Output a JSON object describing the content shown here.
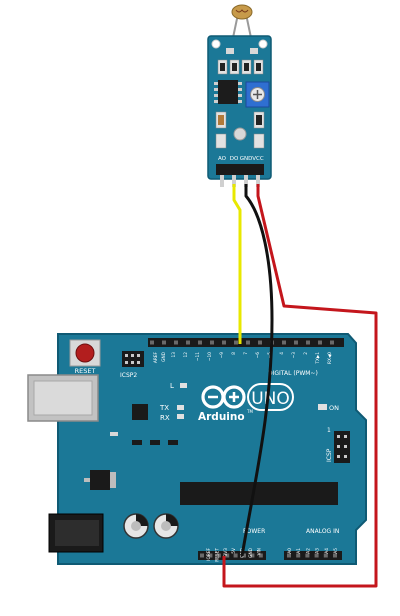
{
  "sensor_module": {
    "pin_labels": [
      "AO",
      "DO",
      "GND",
      "VCC"
    ]
  },
  "arduino": {
    "reset_label": "RESET",
    "icsp2_label": "ICSP2",
    "icsp_label": "ICSP",
    "aref_label": "AREF",
    "gnd_label": "GND",
    "digital_numbers": [
      "13",
      "12",
      "~11",
      "~10",
      "~9",
      "8",
      "7",
      "~6",
      "~5",
      "4",
      "~3",
      "2",
      "TX▶1",
      "RX◀0"
    ],
    "digital_label": "DIGITAL (PWM~)",
    "l_label": "L",
    "tx_label": "TX",
    "rx_label": "RX",
    "brand": "Arduino",
    "tm": "TM",
    "model": "UNO",
    "on_label": "ON",
    "icsp_pin1": "1",
    "power_pins": [
      "IOREF",
      "RESET",
      "3V3",
      "5V",
      "GND",
      "GND",
      "VIN"
    ],
    "power_label": "POWER",
    "analog_pins": [
      "A0",
      "A1",
      "A2",
      "A3",
      "A4",
      "A5"
    ],
    "analog_label": "ANALOG IN"
  },
  "colors": {
    "board": "#1b7897",
    "board_edge": "#0f5a74",
    "wire_signal": "#e8e800",
    "wire_ground": "#111111",
    "wire_power": "#c4161c"
  }
}
